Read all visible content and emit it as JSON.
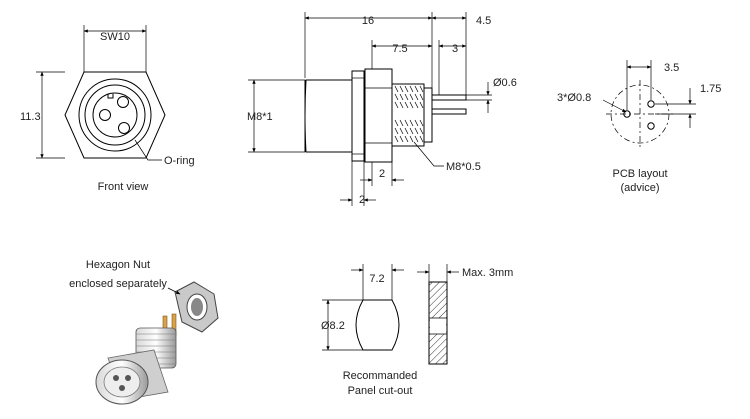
{
  "front_view": {
    "dim_sw": "SW10",
    "dim_height": "11.3",
    "label_oring": "O-ring",
    "caption": "Front view"
  },
  "side_view": {
    "dim_length": "16",
    "dim_tail": "4.5",
    "dim_thread_len": "7.5",
    "dim_pin_len": "3",
    "dim_pin_dia": "Ø0.6",
    "dim_body_thread": "M8*1",
    "dim_nut": "2",
    "dim_flange": "2",
    "dim_rear_thread": "M8*0.5"
  },
  "pcb_layout": {
    "dim_x": "3.5",
    "dim_y": "1.75",
    "dim_holes": "3*Ø0.8",
    "caption_line1": "PCB layout",
    "caption_line2": "(advice)"
  },
  "iso_view": {
    "label_line1": "Hexagon Nut",
    "label_line2": "enclosed separately"
  },
  "panel_cutout": {
    "dim_flat": "7.2",
    "dim_dia": "Ø8.2",
    "dim_thickness": "Max. 3mm",
    "caption_line1": "Recommanded",
    "caption_line2": "Panel cut-out"
  }
}
